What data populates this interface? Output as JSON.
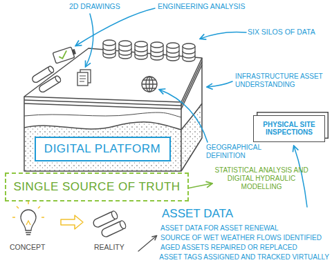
{
  "diagram": {
    "nodes": [
      {
        "text": [
          "DIGITAL PLATFORM"
        ]
      },
      {
        "text": [
          "SINGLE SOURCE OF TRUTH"
        ]
      },
      {
        "text": [
          "PHYSICAL SITE INSPECTIONS"
        ]
      }
    ],
    "labels": [
      "2D DRAWINGS",
      "ENGINEERING ANALYSIS",
      "SIX SILOS OF DATA",
      "INFRASTRUCTURE ASSET UNDERSTANDING",
      "GEOGRAPHICAL DEFINITION",
      "STATISTICAL ANALYSIS AND DIGITAL HYDRAULIC MODELLING",
      "CONCEPT",
      "REALITY",
      "ASSET DATA",
      "ASSET DATA FOR ASSET RENEWAL",
      "SOURCE OF WET WEATHER FLOWS IDENTIFIED",
      "AGED ASSETS REPAIRED OR REPLACED",
      "ASSET TAGS ASSIGNED AND TRACKED VIRTUALLY"
    ]
  }
}
